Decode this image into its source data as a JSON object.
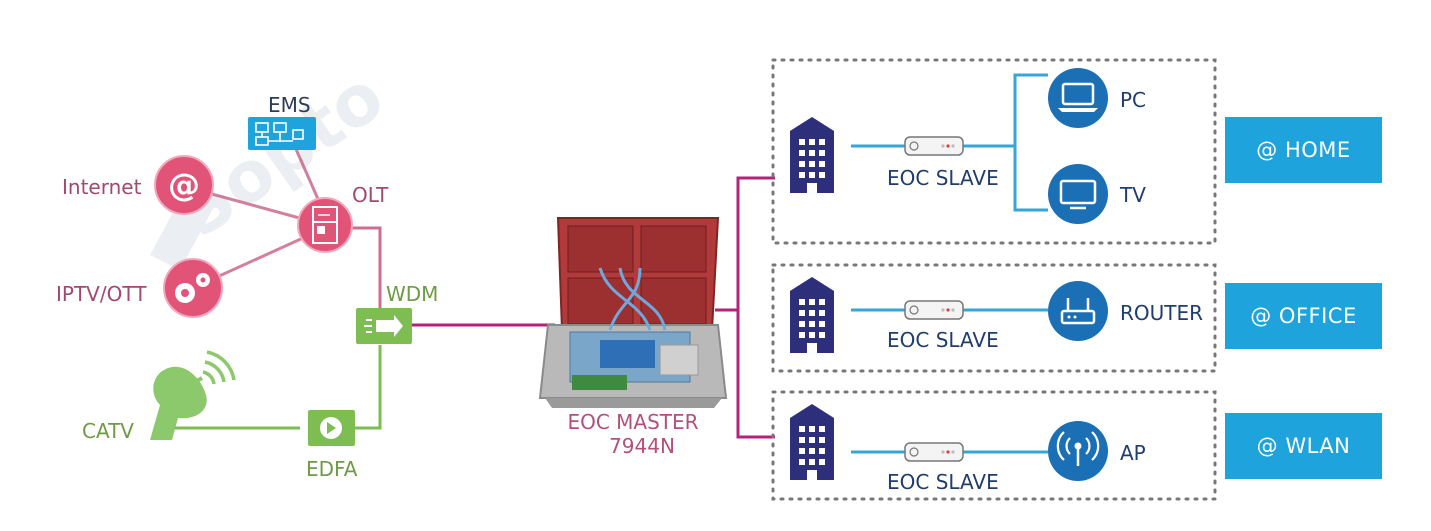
{
  "watermark": "Sopto",
  "left": {
    "ems": "EMS",
    "internet": "Internet",
    "olt": "OLT",
    "iptv": "IPTV/OTT",
    "wdm": "WDM",
    "catv": "CATV",
    "edfa": "EDFA"
  },
  "master": {
    "line1": "EOC MASTER",
    "line2": "7944N"
  },
  "groups": [
    {
      "slave": "EOC SLAVE",
      "devices": [
        {
          "label": "PC",
          "icon": "pc-icon"
        },
        {
          "label": "TV",
          "icon": "tv-icon"
        }
      ],
      "tag": "@ HOME"
    },
    {
      "slave": "EOC SLAVE",
      "devices": [
        {
          "label": "ROUTER",
          "icon": "router-icon"
        }
      ],
      "tag": "@ OFFICE"
    },
    {
      "slave": "EOC SLAVE",
      "devices": [
        {
          "label": "AP",
          "icon": "access-point-icon"
        }
      ],
      "tag": "@ WLAN"
    }
  ],
  "colors": {
    "pink_node": "#e15478",
    "pink_line": "#c04a73",
    "magenta_line": "#b4227a",
    "green": "#7dbd52",
    "blue_node": "#1a6fb5",
    "building": "#2e2f7a",
    "tag_bg": "#1fa3dc",
    "cable": "#35a6d8"
  }
}
